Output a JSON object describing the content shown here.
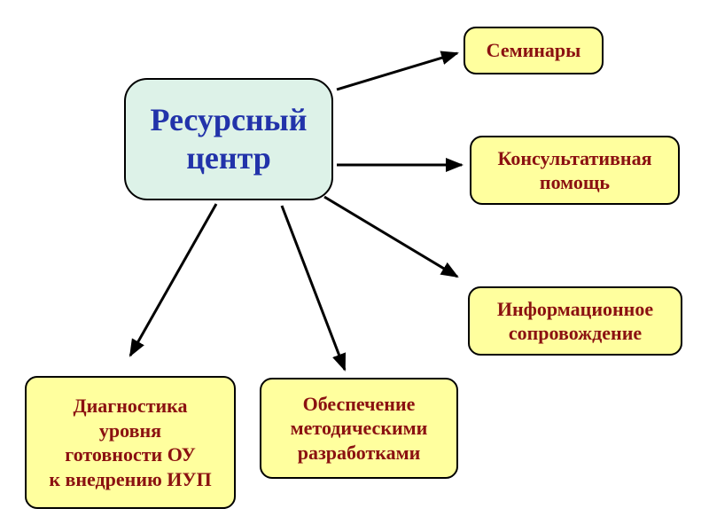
{
  "center": {
    "label": "Ресурсный\nцентр"
  },
  "boxes": {
    "seminars": {
      "label": "Семинары"
    },
    "consulting": {
      "label": "Консультативная\nпомощь"
    },
    "info": {
      "label": "Информационное\nсопровождение"
    },
    "diagnostics": {
      "label": "Диагностика\nуровня\nготовности ОУ\nк внедрению ИУП"
    },
    "methodical": {
      "label": "Обеспечение\nметодическими\nразработками"
    }
  },
  "colors": {
    "center_fill": "#ddf2e8",
    "center_text": "#2233aa",
    "box_fill": "#ffff9e",
    "box_text": "#8b1111",
    "border": "#000000",
    "arrow": "#000000"
  }
}
